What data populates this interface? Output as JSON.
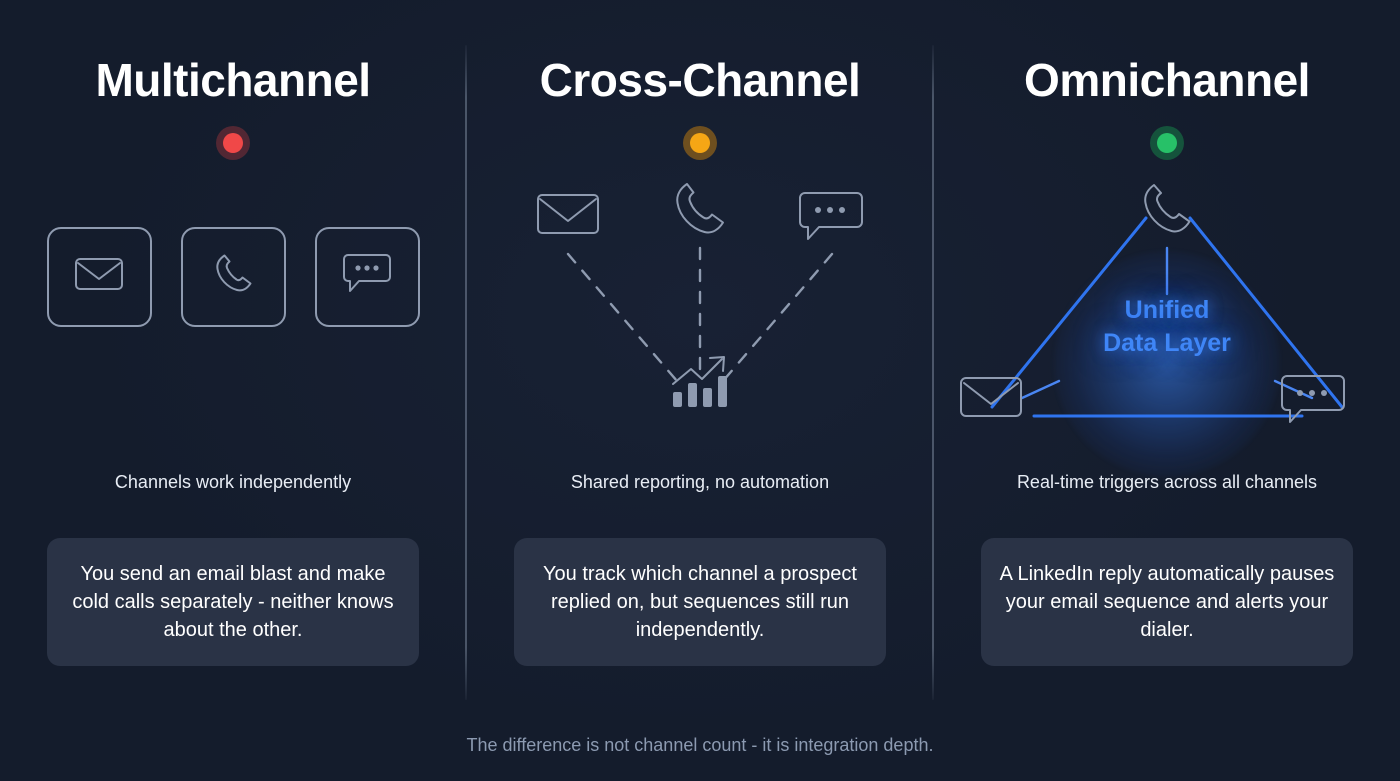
{
  "columns": [
    {
      "title": "Multichannel",
      "status_color": "#f04848",
      "status_name": "red",
      "caption": "Channels work independently",
      "example": "You send an email blast and make cold calls separately - neither knows about the other.",
      "icons": [
        "mail-icon",
        "phone-icon",
        "chat-icon"
      ]
    },
    {
      "title": "Cross-Channel",
      "status_color": "#f5a615",
      "status_name": "amber",
      "caption": "Shared reporting, no automation",
      "example": "You track which channel a prospect replied on, but sequences still run independently.",
      "icons": [
        "mail-icon",
        "phone-icon",
        "chat-icon",
        "bar-chart-trend-icon"
      ]
    },
    {
      "title": "Omnichannel",
      "status_color": "#27c168",
      "status_name": "green",
      "caption": "Real-time triggers across all channels",
      "example": "A LinkedIn reply automatically pauses your email sequence and alerts your dialer.",
      "center_label_line1": "Unified",
      "center_label_line2": "Data Layer",
      "accent_color": "#2f74ef",
      "icons": [
        "phone-icon",
        "mail-icon",
        "chat-icon"
      ]
    }
  ],
  "footer": "The difference is not channel count - it is integration depth.",
  "theme": {
    "background": "#141c2c",
    "card_background": "#2a3346",
    "icon_stroke": "#8f9bb0",
    "title_color": "#ffffff",
    "caption_color": "#e8edf5",
    "footer_color": "#8c9ab1"
  }
}
